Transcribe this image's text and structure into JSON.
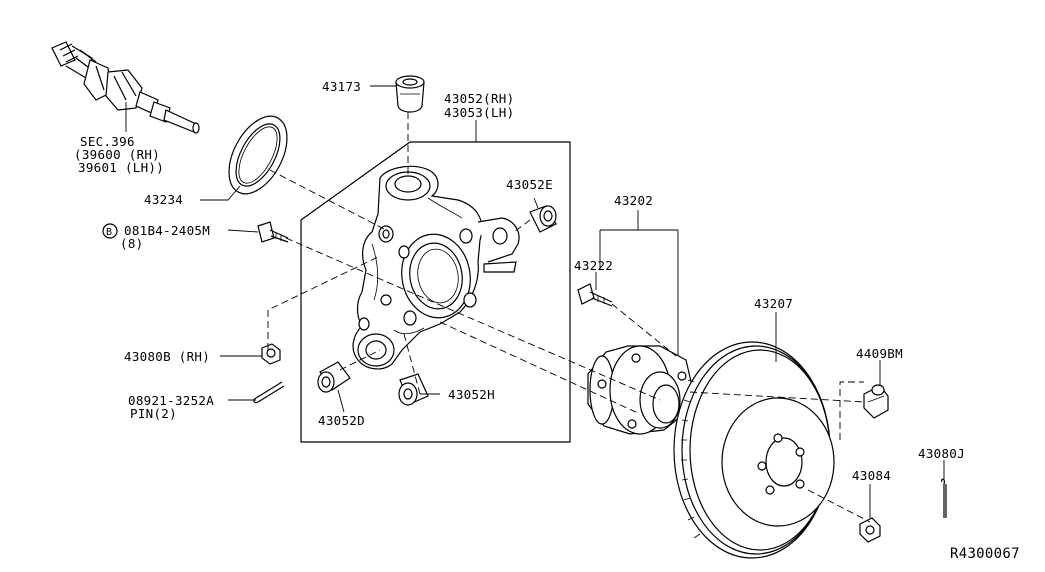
{
  "labels": {
    "sec396": "SEC.396",
    "p39600": "(39600 (RH)",
    "p39601": "39601 (LH))",
    "p43234": "43234",
    "bolt_circle": "B",
    "bolt_no": "081B4-2405M",
    "bolt_qty": "(8)",
    "p43080b": "43080B (RH)",
    "p08921": "08921-3252A",
    "pin2": "PIN(2)",
    "p43173": "43173",
    "p43052rh": "43052(RH)",
    "p43053lh": "43053(LH)",
    "p43052e": "43052E",
    "p43052d": "43052D",
    "p43052h": "43052H",
    "p43202": "43202",
    "p43222": "43222",
    "p43207": "43207",
    "p4409bm": "4409BM",
    "p43084": "43084",
    "p43080j": "43080J",
    "ref": "R4300067"
  }
}
